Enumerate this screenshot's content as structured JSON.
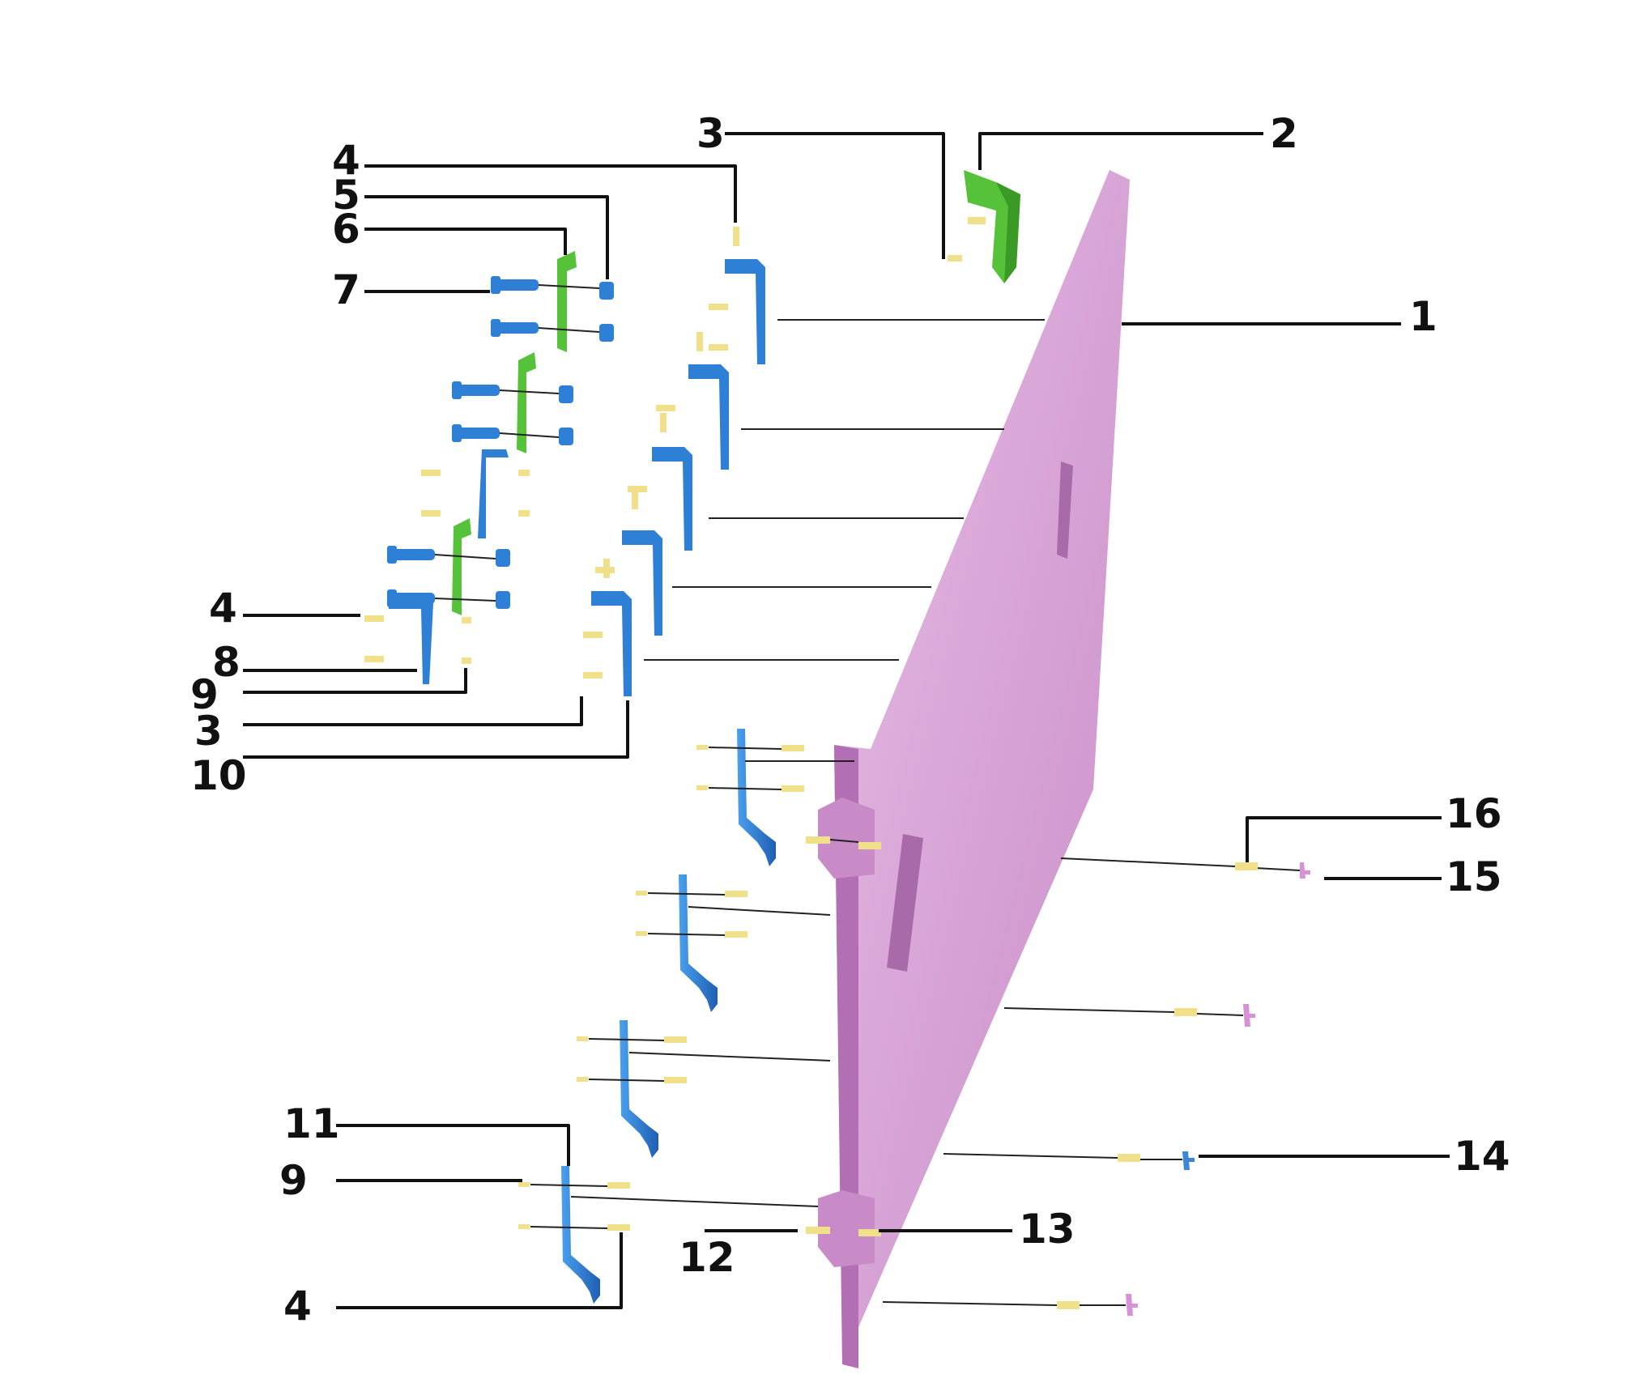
{
  "callouts": {
    "c1": "1",
    "c2": "2",
    "c3a": "3",
    "c3b": "3",
    "c4a": "4",
    "c4b": "4",
    "c4c": "4",
    "c5": "5",
    "c6": "6",
    "c7": "7",
    "c8": "8",
    "c9a": "9",
    "c9b": "9",
    "c10": "10",
    "c11": "11",
    "c12": "12",
    "c13": "13",
    "c14": "14",
    "c15": "15",
    "c16": "16"
  },
  "colors": {
    "panel": "#d9a6d6",
    "panel_edge": "#c27fc1",
    "bracket_blue": "#2e7fd6",
    "bracket_green": "#55c23a",
    "bolt_yellow": "#f0e08a",
    "cap_pink": "#d890d6",
    "cap_blue": "#3b86d8"
  }
}
